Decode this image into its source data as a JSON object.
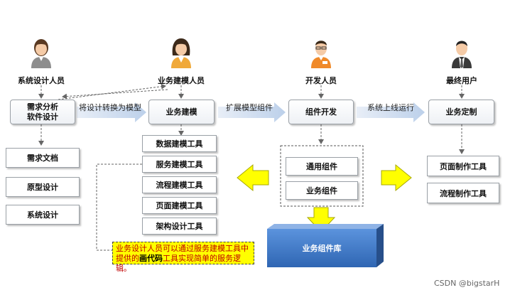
{
  "roles": {
    "system_designer": "系统设计人员",
    "business_modeler": "业务建模人员",
    "developer": "开发人员",
    "end_user": "最终用户"
  },
  "stages": {
    "requirements": [
      "需求分析",
      "软件设计"
    ],
    "business_modeling": "业务建模",
    "component_dev": "组件开发",
    "business_custom": "业务定制"
  },
  "flows": {
    "convert": "将设计转换为模型",
    "extend": "扩展模型组件",
    "deploy": "系统上线运行"
  },
  "requirement_docs": [
    "需求文档",
    "原型设计",
    "系统设计"
  ],
  "modeling_tools": [
    "数据建模工具",
    "服务建模工具",
    "流程建模工具",
    "页面建模工具",
    "架构设计工具"
  ],
  "components": [
    "通用组件",
    "业务组件"
  ],
  "custom_tools": [
    "页面制作工具",
    "流程制作工具"
  ],
  "library": "业务组件库",
  "note": {
    "line1": "业务设计人员可以通过服务建模工具中",
    "line2_pre": "提供的",
    "line2_bold": "画代码",
    "line2_post": "工具实现简单的服务逻辑。"
  },
  "watermark": "CSDN @bigstarH",
  "colors": {
    "arrow_yellow": "#ffff00",
    "flow_arrow": "#c5d5ea",
    "library_blue": "#3d78c9"
  },
  "icons": [
    "female-person-icon",
    "female-person-icon",
    "male-badge-person-icon",
    "male-tie-person-icon"
  ]
}
